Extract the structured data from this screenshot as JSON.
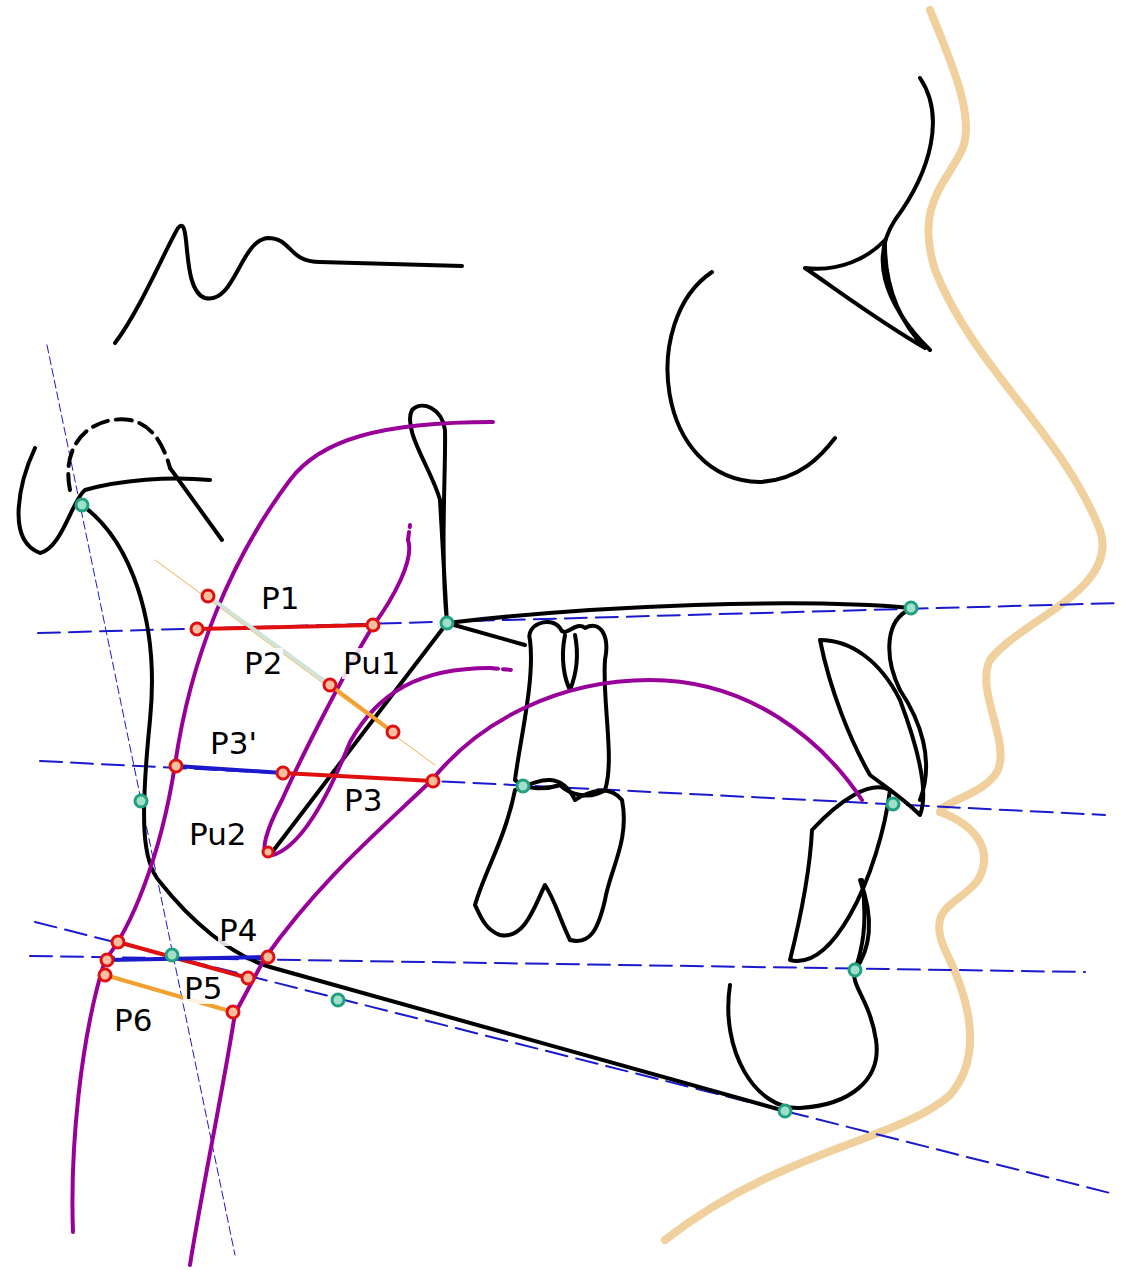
{
  "diagram": {
    "labels": [
      "P1",
      "P2",
      "Pu1",
      "P3'",
      "P3",
      "Pu2",
      "P4",
      "P5",
      "P6"
    ]
  }
}
